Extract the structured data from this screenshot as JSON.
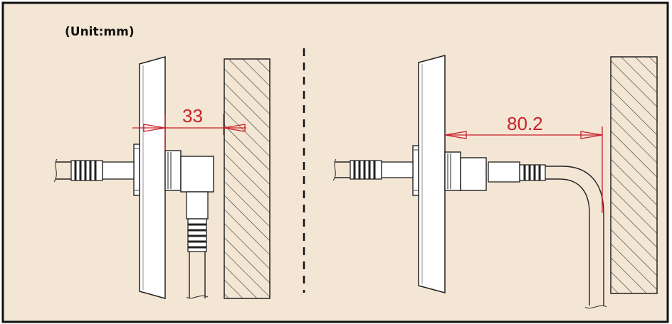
{
  "unit_label": "(Unit:mm)",
  "dimensions": {
    "left": "33",
    "right": "80.2"
  },
  "colors": {
    "background": "#f4e6d4",
    "border": "#111111",
    "line": "#222222",
    "dimension": "#c8202a",
    "hatch": "#333333"
  }
}
